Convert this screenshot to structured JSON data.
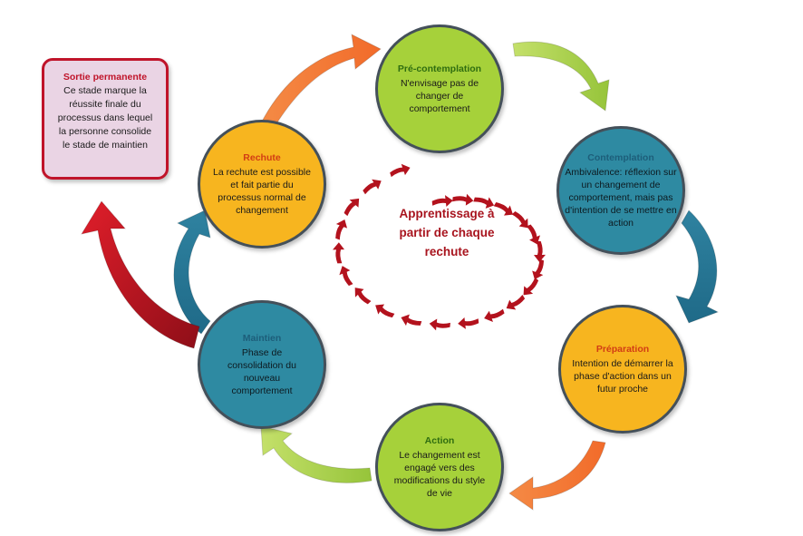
{
  "center_label": "Apprentissage à partir de chaque rechute",
  "stages": {
    "pre_contemplation": {
      "title": "Pré-contemplation",
      "description": "N'envisage pas de changer de comportement"
    },
    "contemplation": {
      "title": "Contemplation",
      "description": "Ambivalence: réflexion sur un changement de comportement, mais pas d'intention de se mettre en action"
    },
    "preparation": {
      "title": "Préparation",
      "description": "Intention de démarrer la phase d'action dans un futur proche"
    },
    "action": {
      "title": "Action",
      "description": "Le changement est engagé vers des modifications du style de vie"
    },
    "maintien": {
      "title": "Maintien",
      "description": "Phase de consolidation du nouveau comportement"
    },
    "rechute": {
      "title": "Rechute",
      "description": "La rechute est possible et fait partie du processus normal de changement"
    }
  },
  "exit_box": {
    "title": "Sortie permanente",
    "description": "Ce stade marque la réussite finale du processus dans lequel la personne consolide le stade de maintien"
  },
  "colors": {
    "green": "#a6d13a",
    "teal": "#2e8aa2",
    "orange": "#f7b51f",
    "red": "#c0142a",
    "arrow_orange": "#f0833c",
    "arrow_green": "#a8cf45"
  }
}
